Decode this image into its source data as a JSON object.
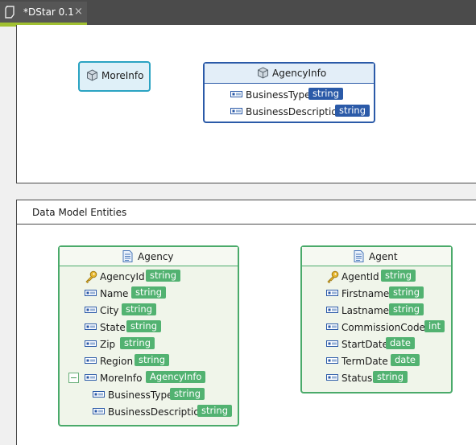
{
  "tab": {
    "title": "*DStar 0.1",
    "close": "×"
  },
  "top_panel": {
    "moreinfo": {
      "label": "MoreInfo"
    },
    "agencyinfo": {
      "label": "AgencyInfo",
      "fields": [
        {
          "name": "BusinessType",
          "type": "string"
        },
        {
          "name": "BusinessDescription",
          "type": "string"
        }
      ]
    }
  },
  "bottom_panel": {
    "title": "Data Model Entities",
    "agency": {
      "label": "Agency",
      "fields": [
        {
          "name": "AgencyId",
          "type": "string",
          "key": true
        },
        {
          "name": "Name",
          "type": "string"
        },
        {
          "name": "City",
          "type": "string"
        },
        {
          "name": "State",
          "type": "string"
        },
        {
          "name": "Zip",
          "type": "string"
        },
        {
          "name": "Region",
          "type": "string"
        },
        {
          "name": "MoreInfo",
          "type": "AgencyInfo",
          "expandable": true
        },
        {
          "name": "BusinessType",
          "type": "string",
          "child": true
        },
        {
          "name": "BusinessDescription",
          "type": "string",
          "child": true
        }
      ]
    },
    "agent": {
      "label": "Agent",
      "fields": [
        {
          "name": "AgentId",
          "type": "string",
          "key": true
        },
        {
          "name": "Firstname",
          "type": "string"
        },
        {
          "name": "Lastname",
          "type": "string"
        },
        {
          "name": "CommissionCode",
          "type": "int"
        },
        {
          "name": "StartDate",
          "type": "date"
        },
        {
          "name": "TermDate",
          "type": "date"
        },
        {
          "name": "Status",
          "type": "string"
        }
      ]
    }
  },
  "colors": {
    "entity_border": "#4aaa6a",
    "type_border": "#2b5aa8",
    "badge_green": "#52b271",
    "badge_blue": "#2b5aa8",
    "tab_accent": "#a0c030"
  }
}
